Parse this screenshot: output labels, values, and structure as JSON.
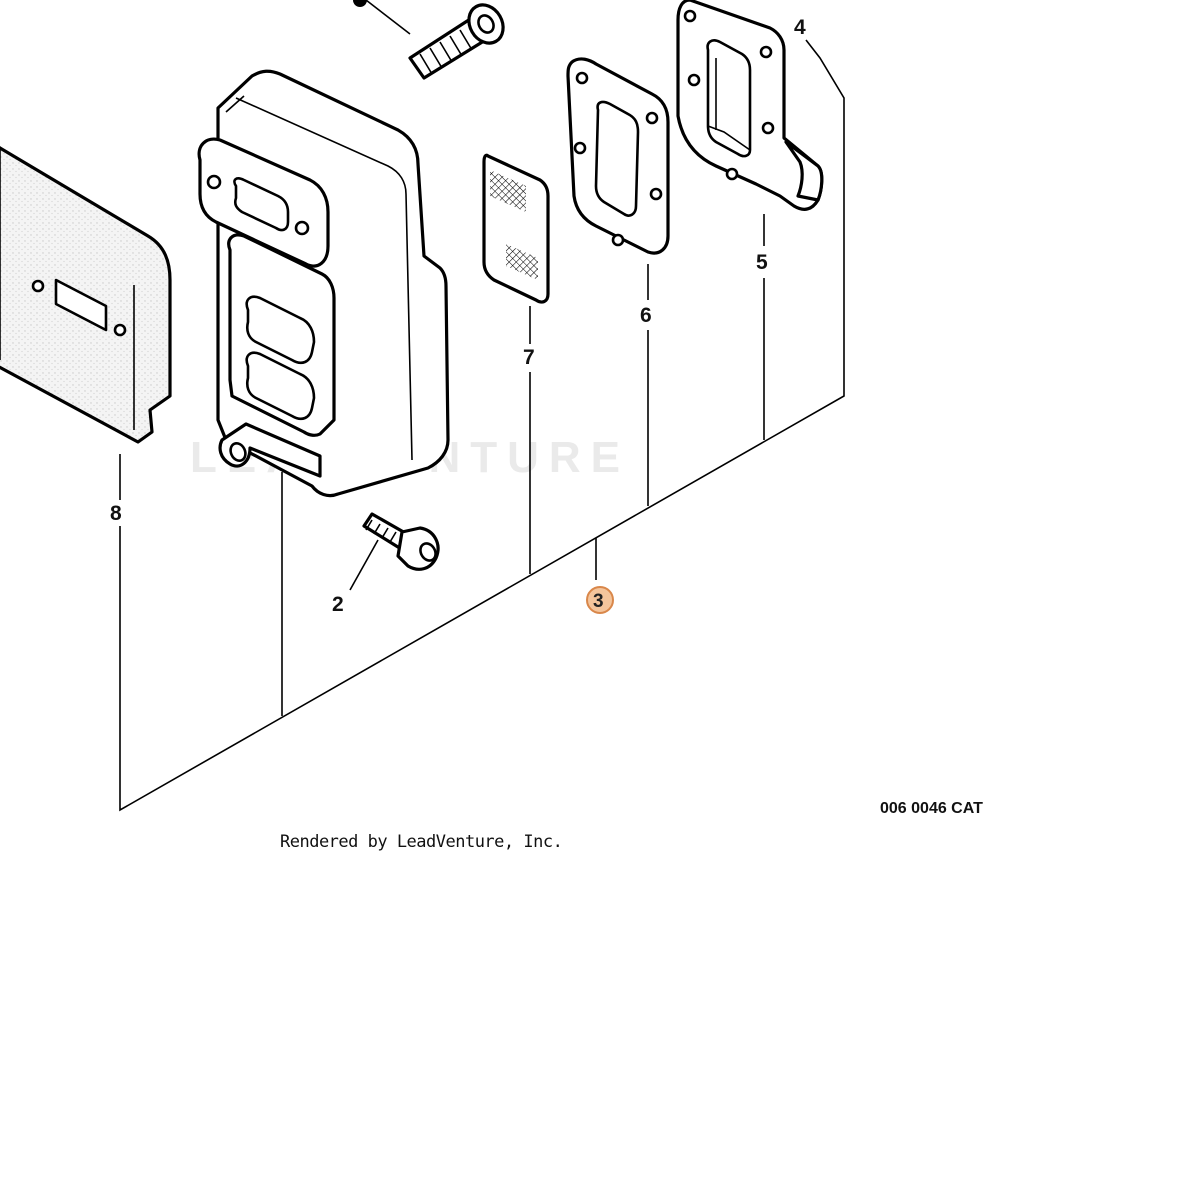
{
  "callouts": {
    "p2": "2",
    "p3": "3",
    "p4": "4",
    "p5": "5",
    "p6": "6",
    "p7": "7",
    "p8": "8"
  },
  "highlight_color": "#f4c59c",
  "watermark_text": "LEADVENTURE",
  "catalog_code": "006 0046 CAT",
  "credit": "Rendered by LeadVenture, Inc."
}
